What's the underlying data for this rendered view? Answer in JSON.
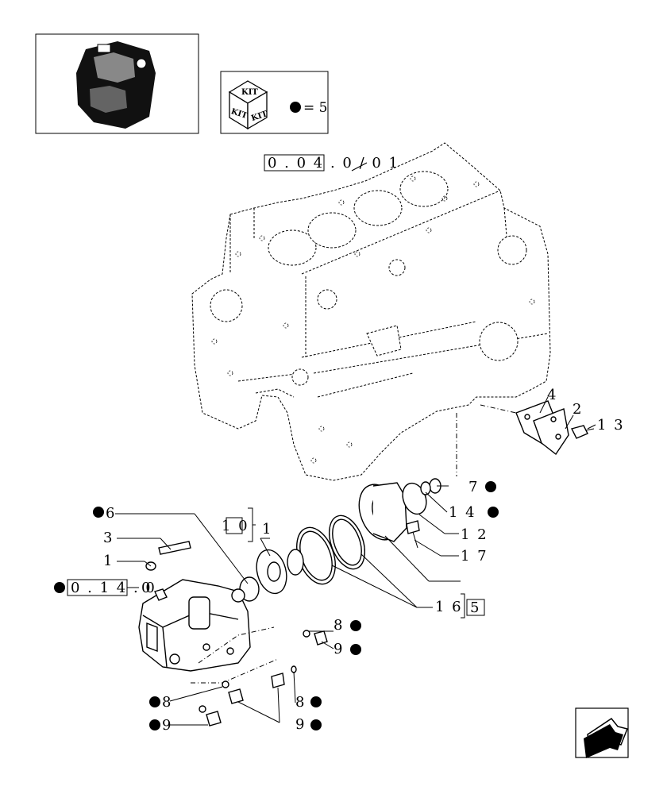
{
  "kit_box": {
    "top": "KIT",
    "left": "KIT",
    "right": "KIT",
    "equals": "= 5"
  },
  "refs": {
    "block": "0 . 0 4 . 0 / 0 1",
    "pump": "0 . 1 4 . 0"
  },
  "callouts": {
    "c1a": "1",
    "c1b": "1",
    "c2": "2",
    "c3": "3",
    "c4": "4",
    "c5": "5",
    "c6": "6",
    "c7": "7",
    "c8a": "8",
    "c8b": "8",
    "c8c": "8",
    "c9a": "9",
    "c9b": "9",
    "c9c": "9",
    "c10": "1 0",
    "c12": "1 2",
    "c13": "1 3",
    "c14": "1 4",
    "c16": "1 6",
    "c17": "1 7"
  },
  "icons": [
    "engine-thumbnail",
    "kit-box-icon",
    "next-page-arrow-icon"
  ]
}
